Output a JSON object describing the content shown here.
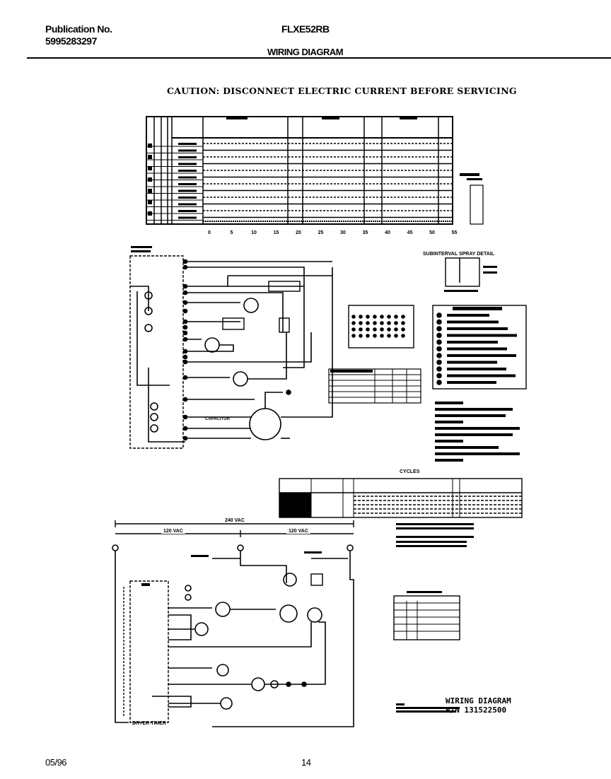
{
  "header": {
    "publication_label": "Publication No.",
    "publication_number": "5995283297",
    "model": "FLXE52RB",
    "section_title": "WIRING DIAGRAM"
  },
  "caution": "CAUTION: DISCONNECT ELECTRIC CURRENT BEFORE SERVICING",
  "timer_chart": {
    "axis_ticks": [
      "0",
      "5",
      "10",
      "15",
      "20",
      "25",
      "30",
      "35",
      "40",
      "45",
      "50",
      "55"
    ]
  },
  "washer_schematic": {
    "capacitor_label": "CAPACITOR"
  },
  "spray_detail": {
    "title": "SUBINTERVAL SPRAY DETAIL"
  },
  "cycles_table": {
    "title": "CYCLES"
  },
  "dryer_schematic": {
    "voltage_total": "240 VAC",
    "voltage_left": "120 VAC",
    "voltage_right": "120 VAC",
    "timer_label": "DRYER TIMER"
  },
  "diagram_id": {
    "title": "WIRING DIAGRAM",
    "part_number": "P/N 131522500"
  },
  "footer": {
    "date": "05/96",
    "page_number": "14"
  }
}
